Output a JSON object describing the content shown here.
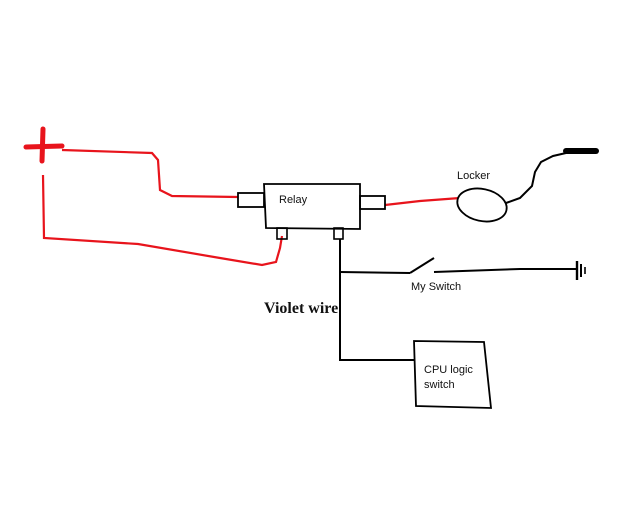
{
  "diagram": {
    "labels": {
      "relay": "Relay",
      "locker": "Locker",
      "my_switch": "My Switch",
      "violet_wire": "Violet wire",
      "cpu_line1": "CPU logic",
      "cpu_line2": "switch"
    },
    "symbols": {
      "positive": "+",
      "negative": "−"
    },
    "colors": {
      "positive_wire": "#e8141c",
      "signal_wire": "#000000",
      "component_outline": "#000000"
    }
  }
}
